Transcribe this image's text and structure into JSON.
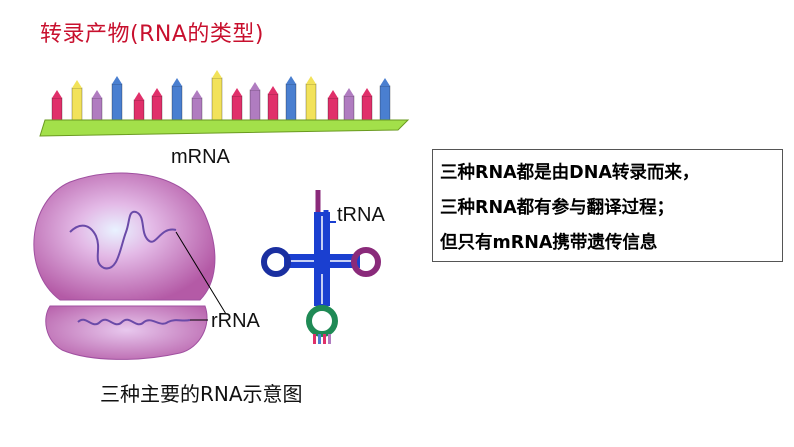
{
  "title": "转录产物(RNA的类型)",
  "labels": {
    "mrna": "mRNA",
    "trna": "tRNA",
    "rrna": "rRNA"
  },
  "caption": "三种主要的RNA示意图",
  "summary": {
    "lines": [
      "三种RNA都是由DNA转录而来，",
      "三种RNA都有参与翻译过程；",
      "但只有mRNA携带遗传信息"
    ]
  },
  "colors": {
    "title": "#c8102e",
    "backbone": "#a3e04a",
    "base_yellow": "#f2e25a",
    "base_blue": "#4a7fd0",
    "base_pink": "#e0306a",
    "base_purple": "#b07cc0",
    "ribosome": "#c06ab0",
    "trna_blue": "#1a3fd0",
    "trna_purple": "#8a2a7a",
    "trna_green": "#1f8a55"
  }
}
